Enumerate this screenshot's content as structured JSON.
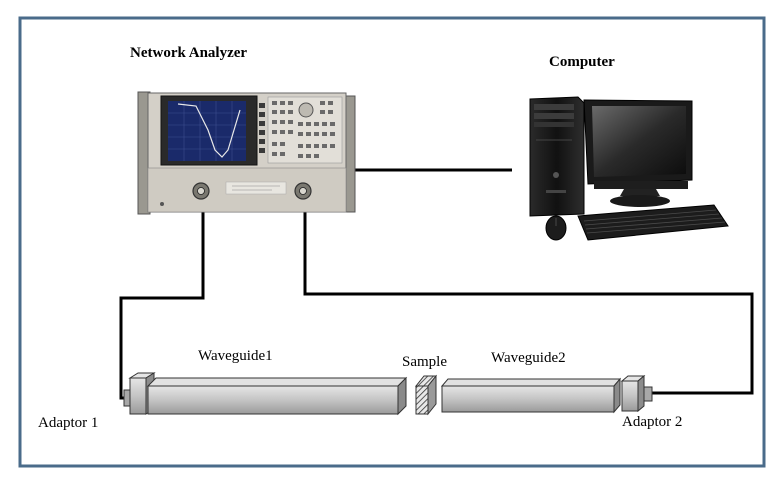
{
  "labels": {
    "network_analyzer": "Network Analyzer",
    "computer": "Computer",
    "waveguide1": "Waveguide1",
    "waveguide2": "Waveguide2",
    "sample": "Sample",
    "adaptor1": "Adaptor 1",
    "adaptor2": "Adaptor 2"
  },
  "colors": {
    "frame_border": "#4a6b8a",
    "cable": "#000000",
    "waveguide_fill": "#c8c8c8",
    "analyzer_body": "#d4d0c8",
    "analyzer_screen": "#1a2a6a",
    "trace": "#e8e8e8"
  },
  "icons": [
    "network-analyzer-icon",
    "computer-tower-icon",
    "monitor-icon",
    "keyboard-icon",
    "mouse-icon"
  ]
}
